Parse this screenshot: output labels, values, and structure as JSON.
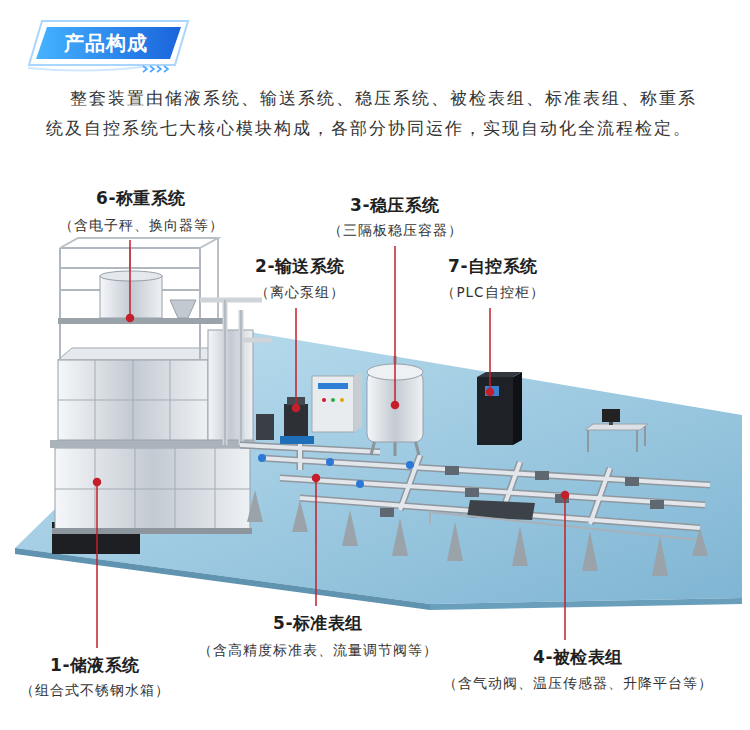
{
  "diagram": {
    "title": "产品构成",
    "labels": [
      "整套装置由储液系统、输送系统、稳压系统、被检表组、标准表组、称重系统及自控系统七大核心模块构成，各部分协同运作，实现自动化全流程检定。",
      "6-称重系统",
      "（含电子秤、换向器等）",
      "3-稳压系统",
      "（三隔板稳压容器）",
      "2-输送系统",
      "（离心泵组）",
      "7-自控系统",
      "（PLC自控柜）",
      "5-标准表组",
      "（含高精度标准表、流量调节阀等）",
      "4-被检表组",
      "（含气动阀、温压传感器、升降平台等）",
      "1-储液系统",
      "（组合式不锈钢水箱）"
    ]
  }
}
